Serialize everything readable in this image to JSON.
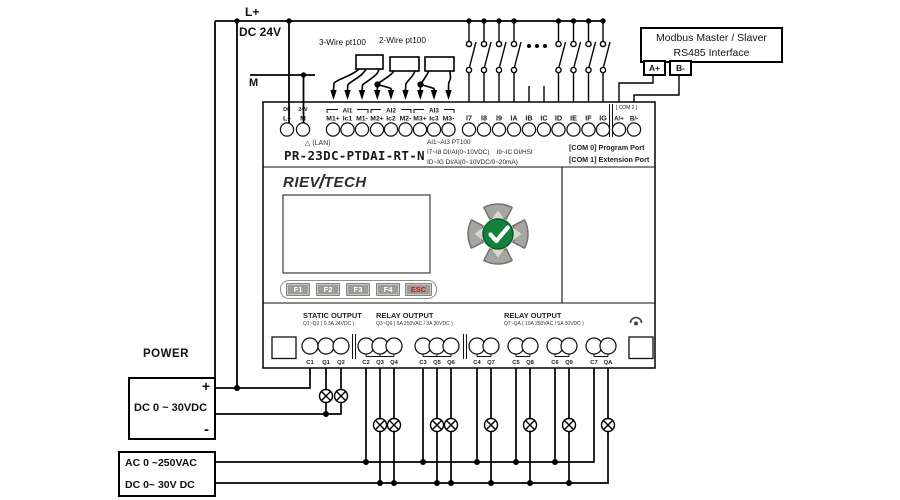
{
  "top_left": {
    "lplus": "L+",
    "dc24v": "DC 24V",
    "m": "M"
  },
  "sensors": {
    "three_wire": "3-Wire pt100",
    "two_wire": "2-Wire pt100"
  },
  "modbus": {
    "title1": "Modbus Master / Slaver",
    "title2": "RS485 Interface",
    "aplus": "A+",
    "bminus": "B-"
  },
  "plc": {
    "header_power": {
      "dc": "DC",
      "v24": "24V"
    },
    "top_terminals": [
      "L+",
      "M",
      "M1+",
      "Ic1",
      "M1-",
      "M2+",
      "Ic2",
      "M2-",
      "M3+",
      "Ic3",
      "M3-",
      "I7",
      "I8",
      "I9",
      "IA",
      "IB",
      "IC",
      "ID",
      "IE",
      "IF",
      "IG",
      "A/+",
      "B/-"
    ],
    "ai_groups": [
      "AI1",
      "AI2",
      "AI3"
    ],
    "com2": "[ COM 2 ]",
    "lan": "△ (LAN)",
    "model": "PR-23DC-PTDAI-RT-N",
    "specs": [
      "AI1~AI3 PT100",
      "I7~I8 DI/AI(0~10VDC)    I9~IC DI/HSI",
      "ID~IG DI/AI(0~10VDC/0~20mA)"
    ],
    "com_ports": [
      "[COM 0] Program Port",
      "[COM 1] Extension Port"
    ],
    "brand": {
      "left": "RIEV",
      "slash": "/",
      "right": "TECH"
    },
    "fkeys": [
      "F1",
      "F2",
      "F3",
      "F4"
    ],
    "esc": "ESC",
    "outputs": [
      {
        "title": "STATIC OUTPUT",
        "sub": "Q1~Q2 ( 0.3A 24VDC )"
      },
      {
        "title": "RELAY OUTPUT",
        "sub": "Q3~Q6 ( 5A 250VAC / 3A 30VDC )"
      },
      {
        "title": "RELAY OUTPUT",
        "sub": "Q7~QA ( 10A 250VAC / 5A 30VDC )"
      }
    ],
    "bottom_terminals": [
      "C1",
      "Q1",
      "Q2",
      "C2",
      "Q3",
      "Q4",
      "C3",
      "Q5",
      "Q6",
      "C4",
      "Q7",
      "C5",
      "Q8",
      "C6",
      "Q9",
      "C7",
      "QA"
    ]
  },
  "power": {
    "label": "POWER",
    "dc_box": "DC 0 ~ 30VDC",
    "plus": "+",
    "minus": "-"
  },
  "load": {
    "ac": "AC 0 ~250VAC",
    "dc": "DC 0~ 30V DC"
  },
  "colors": {
    "wire": "#000000",
    "green_ok": "#15803d",
    "button_gray": "#a5a5a1",
    "esc_red": "#cf1f10"
  }
}
